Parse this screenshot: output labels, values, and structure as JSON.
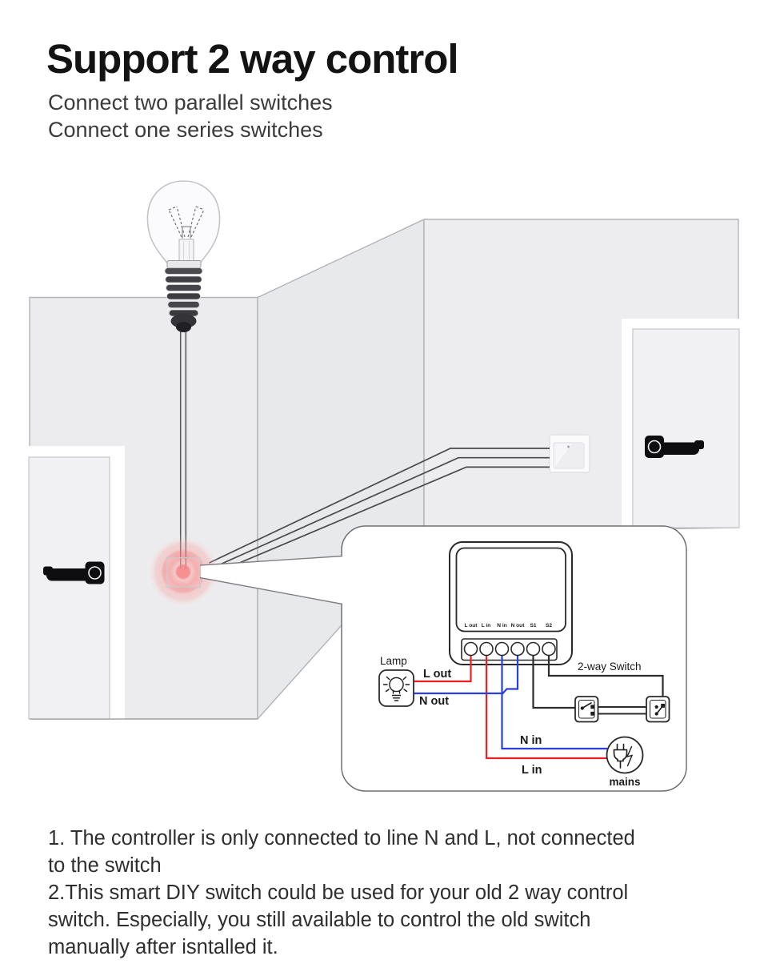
{
  "header": {
    "title": "Support 2 way control",
    "subtitle_lines": [
      "Connect two parallel switches",
      "Connect one series switches"
    ]
  },
  "callout": {
    "lamp_label": "Lamp",
    "terminal_labels": [
      "L out",
      "L in",
      "N in",
      "N out",
      "S1",
      "S2"
    ],
    "wire_labels": {
      "l_out": "L out",
      "n_out": "N out",
      "n_in": "N in",
      "l_in": "L in"
    },
    "two_way_switch_label": "2-way Switch",
    "mains_label": "mains"
  },
  "notes": {
    "lines": [
      "1. The controller is only connected to line N and L, not connected",
      "to the switch",
      "2.This smart DIY switch could be used for your old 2 way control",
      "switch. Especially, you still available to control the old switch",
      "manually after isntalled it."
    ]
  },
  "colors": {
    "live_wire": "#f02020",
    "neutral_wire": "#2b3fe0",
    "signal_wire": "#2d2d2d",
    "glow": "#f56e6e",
    "wall_fill": "#ececee"
  },
  "icons": {
    "lamp": "bulb-outline-icon",
    "mains": "plug-lightning-icon",
    "two_way_switch": "switch-contact-glyph",
    "ceiling_light": "incandescent-bulb",
    "door_handle": "lever-handle"
  }
}
